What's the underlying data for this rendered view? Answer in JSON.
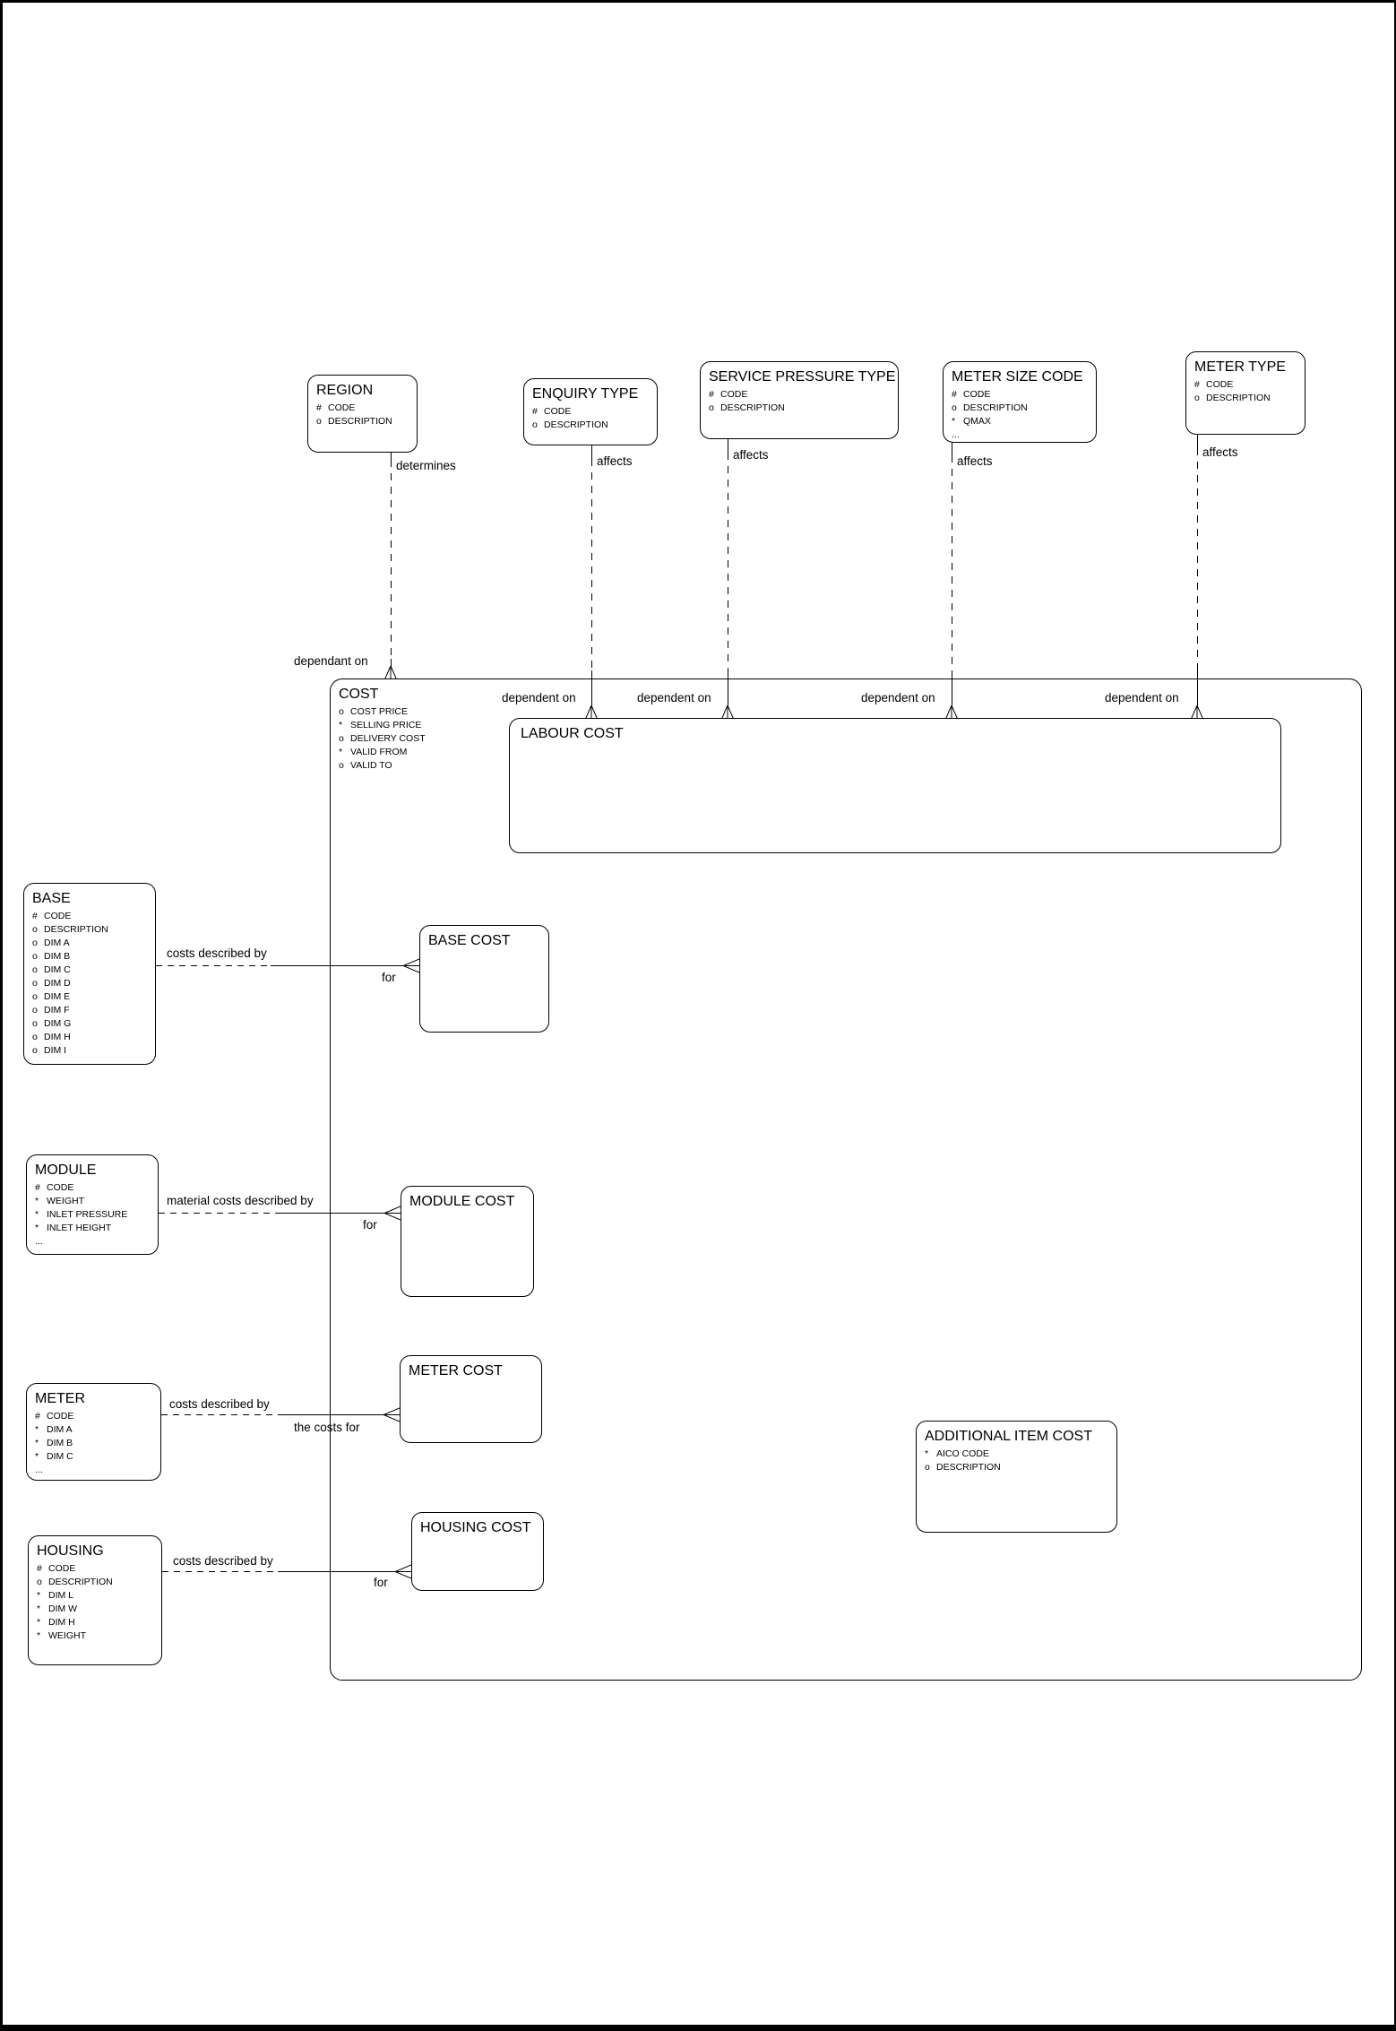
{
  "colors": {
    "line": "#000000",
    "background": "#ffffff"
  },
  "diagram": {
    "entities": {
      "region": {
        "title": "REGION",
        "attrs": [
          {
            "b": "#",
            "t": "CODE"
          },
          {
            "b": "o",
            "t": "DESCRIPTION"
          }
        ]
      },
      "enquiry_type": {
        "title": "ENQUIRY TYPE",
        "attrs": [
          {
            "b": "#",
            "t": "CODE"
          },
          {
            "b": "o",
            "t": "DESCRIPTION"
          }
        ]
      },
      "service_pressure_type": {
        "title": "SERVICE PRESSURE TYPE",
        "attrs": [
          {
            "b": "#",
            "t": "CODE"
          },
          {
            "b": "o",
            "t": "DESCRIPTION"
          }
        ]
      },
      "meter_size_code": {
        "title": "METER SIZE CODE",
        "attrs": [
          {
            "b": "#",
            "t": "CODE"
          },
          {
            "b": "o",
            "t": "DESCRIPTION"
          },
          {
            "b": "*",
            "t": "QMAX"
          },
          {
            "b": "...",
            "t": ""
          }
        ]
      },
      "meter_type": {
        "title": "METER TYPE",
        "attrs": [
          {
            "b": "#",
            "t": "CODE"
          },
          {
            "b": "o",
            "t": "DESCRIPTION"
          }
        ]
      },
      "cost": {
        "title": "COST",
        "attrs": [
          {
            "b": "o",
            "t": "COST PRICE"
          },
          {
            "b": "*",
            "t": "SELLING PRICE"
          },
          {
            "b": "o",
            "t": "DELIVERY COST"
          },
          {
            "b": "*",
            "t": "VALID FROM"
          },
          {
            "b": "o",
            "t": "VALID TO"
          }
        ]
      },
      "labour_cost": {
        "title": "LABOUR COST",
        "attrs": []
      },
      "base": {
        "title": "BASE",
        "attrs": [
          {
            "b": "#",
            "t": "CODE"
          },
          {
            "b": "o",
            "t": "DESCRIPTION"
          },
          {
            "b": "o",
            "t": "DIM A"
          },
          {
            "b": "o",
            "t": "DIM B"
          },
          {
            "b": "o",
            "t": "DIM C"
          },
          {
            "b": "o",
            "t": "DIM D"
          },
          {
            "b": "o",
            "t": "DIM E"
          },
          {
            "b": "o",
            "t": "DIM F"
          },
          {
            "b": "o",
            "t": "DIM G"
          },
          {
            "b": "o",
            "t": "DIM H"
          },
          {
            "b": "o",
            "t": "DIM I"
          }
        ]
      },
      "base_cost": {
        "title": "BASE COST",
        "attrs": []
      },
      "module": {
        "title": "MODULE",
        "attrs": [
          {
            "b": "#",
            "t": "CODE"
          },
          {
            "b": "*",
            "t": "WEIGHT"
          },
          {
            "b": "*",
            "t": "INLET PRESSURE"
          },
          {
            "b": "*",
            "t": "INLET HEIGHT"
          },
          {
            "b": "...",
            "t": ""
          }
        ]
      },
      "module_cost": {
        "title": "MODULE COST",
        "attrs": []
      },
      "meter": {
        "title": "METER",
        "attrs": [
          {
            "b": "#",
            "t": "CODE"
          },
          {
            "b": "*",
            "t": "DIM A"
          },
          {
            "b": "*",
            "t": "DIM B"
          },
          {
            "b": "*",
            "t": "DIM C"
          },
          {
            "b": "...",
            "t": ""
          }
        ]
      },
      "meter_cost": {
        "title": "METER COST",
        "attrs": []
      },
      "housing": {
        "title": "HOUSING",
        "attrs": [
          {
            "b": "#",
            "t": "CODE"
          },
          {
            "b": "o",
            "t": "DESCRIPTION"
          },
          {
            "b": "*",
            "t": "DIM L"
          },
          {
            "b": "*",
            "t": "DIM W"
          },
          {
            "b": "*",
            "t": "DIM H"
          },
          {
            "b": "*",
            "t": "WEIGHT"
          }
        ]
      },
      "housing_cost": {
        "title": "HOUSING COST",
        "attrs": []
      },
      "additional_item_cost": {
        "title": "ADDITIONAL ITEM COST",
        "attrs": [
          {
            "b": "*",
            "t": "AICO CODE"
          },
          {
            "b": "o",
            "t": "DESCRIPTION"
          }
        ]
      }
    },
    "labels": {
      "determines": "determines",
      "dependant_on": "dependant on",
      "affects_enquiry": "affects",
      "affects_service_pressure": "affects",
      "affects_meter_size": "affects",
      "affects_meter_type": "affects",
      "dependent_on_enquiry": "dependent on",
      "dependent_on_service_pressure": "dependent on",
      "dependent_on_meter_size": "dependent on",
      "dependent_on_meter_type": "dependent on",
      "base_costs_described_by": "costs described by",
      "base_for": "for",
      "module_costs_described_by": "material costs described by",
      "module_for": "for",
      "meter_costs_described_by": "costs described by",
      "meter_the_costs_for": "the costs for",
      "housing_costs_described_by": "costs described by",
      "housing_for": "for"
    }
  }
}
